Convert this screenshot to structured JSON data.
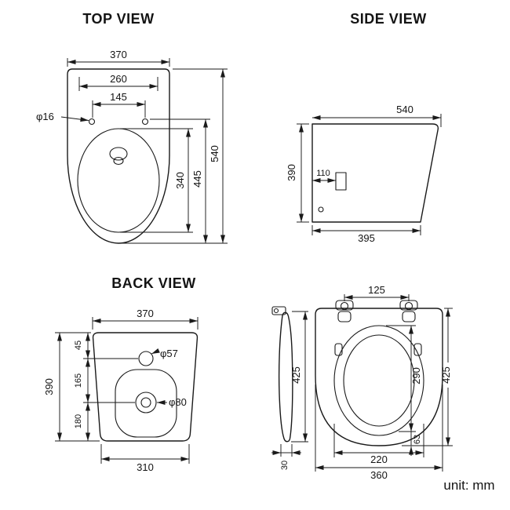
{
  "top_view": {
    "title": "TOP VIEW",
    "overall_width": "370",
    "upper_width": "260",
    "hole_spacing": "145",
    "hole_diameter": "φ16",
    "overall_depth": "540",
    "mid_depth": "445",
    "bowl_depth": "340"
  },
  "side_view": {
    "title": "SIDE VIEW",
    "overall_depth": "540",
    "overall_height": "390",
    "outlet_offset": "110",
    "base_depth": "395"
  },
  "back_view": {
    "title": "BACK VIEW",
    "overall_width": "370",
    "seg_top": "45",
    "seg_mid": "165",
    "overall_height": "390",
    "seg_bottom": "180",
    "small_hole_diameter": "φ57",
    "large_hole_diameter": "φ80",
    "base_width": "310"
  },
  "seat": {
    "hinge_spacing": "125",
    "side_height": "425",
    "side_thickness": "30",
    "overall_length": "425",
    "ring_length": "290",
    "rear_offset": "63",
    "ring_width": "220",
    "overall_width": "360"
  },
  "footer": {
    "unit": "unit: mm"
  }
}
